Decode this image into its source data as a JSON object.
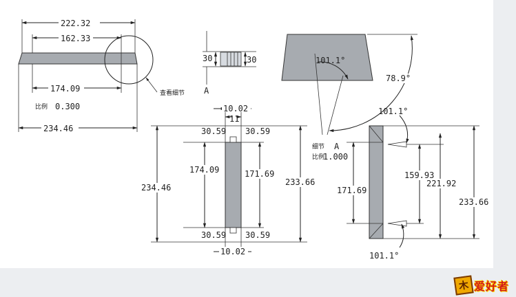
{
  "colors": {
    "part_fill": "#a7abb0",
    "frame_bg": "#eceef1",
    "line": "#222222",
    "logo_red": "#d21a1a",
    "logo_yellow": "#f0a800"
  },
  "view_top": {
    "dim_overall_top": "222.32",
    "dim_inner_top": "162.33",
    "dim_bottom_inner": "174.09",
    "dim_overall_bottom": "234.46",
    "scale_label": "比例",
    "scale_value": "0.300",
    "detail_callout": "查看细节"
  },
  "view_side": {
    "dim_left": "30",
    "dim_right": "30",
    "section_letter": "A"
  },
  "view_trapezoid": {
    "angle_inner": "101.1°",
    "angle_outer": "78.9°"
  },
  "view_front": {
    "dim_top_width": "10.02",
    "dim_top_gap": "11",
    "dim_top_left": "30.59",
    "dim_top_right": "30.59",
    "dim_left_inner": "174.09",
    "dim_right_inner": "171.69",
    "dim_left_overall": "234.46",
    "dim_right_overall": "233.66",
    "dim_bottom_left": "30.59",
    "dim_bottom_right": "30.59",
    "dim_bottom_width": "10.02"
  },
  "detail_view": {
    "title": "细节",
    "letter": "A",
    "scale_label": "比例",
    "scale_value": "1.000"
  },
  "view_right": {
    "angle_top": "101.1°",
    "angle_bottom": "101.1°",
    "dim_left": "171.69",
    "dim_inner": "159.93",
    "dim_mid": "221.92",
    "dim_overall": "233.66"
  },
  "logo": {
    "icon": "dog-head-icon",
    "mark": "木",
    "text": "爱好者"
  }
}
